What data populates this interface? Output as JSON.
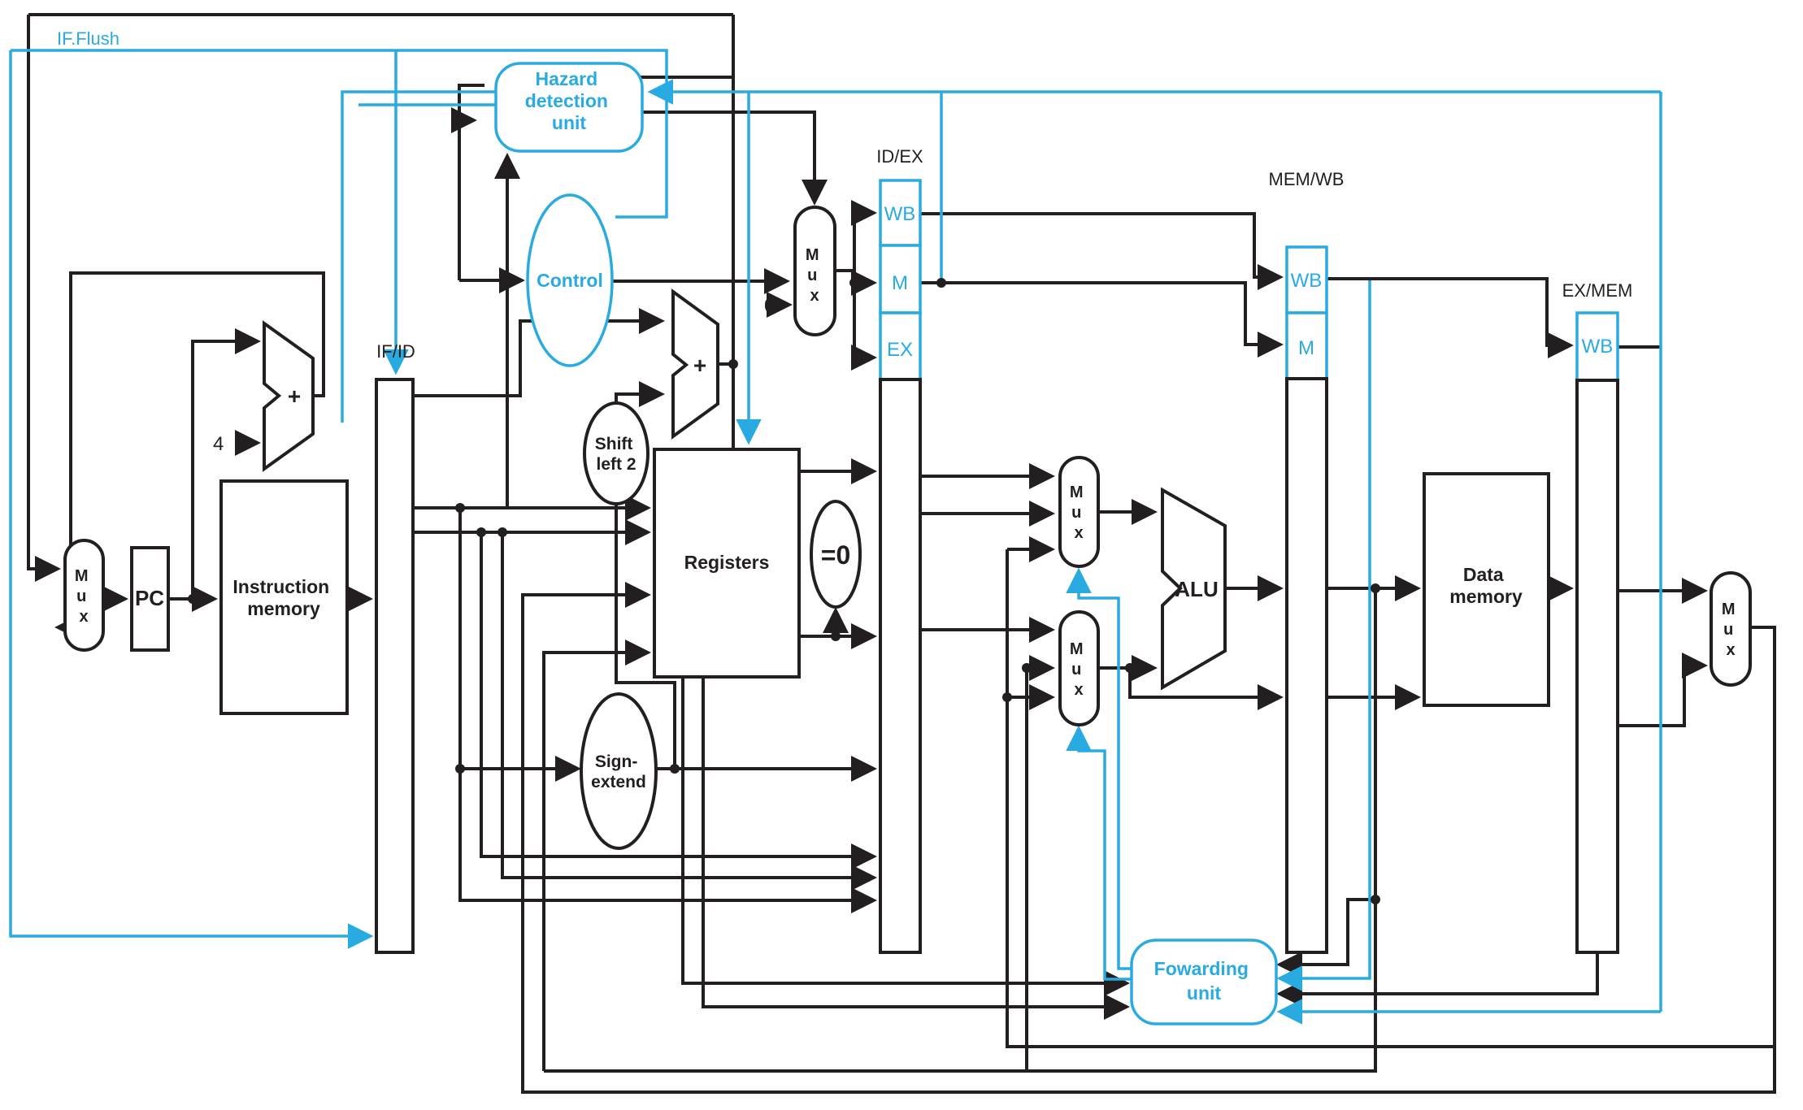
{
  "diagram": {
    "colors": {
      "accent": "#29abe2",
      "line": "#231f20",
      "background": "#ffffff"
    },
    "signals": {
      "if_flush": "IF.Flush",
      "zero_const": "0",
      "four_const": "4"
    },
    "units": {
      "hazard": {
        "lines": [
          "Hazard",
          "detection",
          "unit"
        ]
      },
      "control": {
        "label": "Control"
      },
      "pc": {
        "label": "PC"
      },
      "instruction_memory": {
        "lines": [
          "Instruction",
          "memory"
        ]
      },
      "registers": {
        "label": "Registers"
      },
      "shift_left": {
        "lines": [
          "Shift",
          "left 2"
        ]
      },
      "sign_extend": {
        "lines": [
          "Sign-",
          "extend"
        ]
      },
      "zero_detect": {
        "label": "=0"
      },
      "alu": {
        "label": "ALU"
      },
      "adder": {
        "label": "+"
      },
      "data_memory": {
        "lines": [
          "Data",
          "memory"
        ]
      },
      "forwarding": {
        "lines": [
          "Fowarding",
          "unit"
        ]
      },
      "mux": {
        "lines": [
          "M",
          "u",
          "x"
        ]
      }
    },
    "pipeline_registers": {
      "if_id": {
        "label": "IF/ID",
        "stages": []
      },
      "id_ex": {
        "label": "ID/EX",
        "stages": [
          "WB",
          "M",
          "EX"
        ]
      },
      "mem_wb": {
        "label": "MEM/WB",
        "stages": [
          "WB",
          "M"
        ]
      },
      "ex_mem": {
        "label": "EX/MEM",
        "stages": [
          "WB"
        ]
      }
    }
  }
}
